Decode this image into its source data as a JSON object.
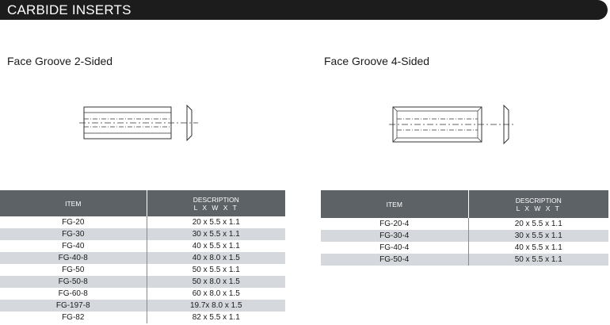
{
  "banner": {
    "title": "CARBIDE INSERTS"
  },
  "sections": [
    {
      "title": "Face Groove 2-Sided",
      "table": {
        "headers": {
          "item": "ITEM",
          "description": "DESCRIPTION",
          "description_sub": "L X W X T"
        },
        "rows": [
          {
            "item": "FG-20",
            "description": "20 x 5.5 x 1.1"
          },
          {
            "item": "FG-30",
            "description": "30 x 5.5 x 1.1"
          },
          {
            "item": "FG-40",
            "description": "40 x 5.5 x 1.1"
          },
          {
            "item": "FG-40-8",
            "description": "40 x 8.0 x 1.5"
          },
          {
            "item": "FG-50",
            "description": "50 x 5.5 x 1.1"
          },
          {
            "item": "FG-50-8",
            "description": "50 x 8.0 x 1.5"
          },
          {
            "item": "FG-60-8",
            "description": "60 x 8.0 x 1.5"
          },
          {
            "item": "FG-197-8",
            "description": "19.7x 8.0 x 1.5"
          },
          {
            "item": "FG-82",
            "description": "82 x 5.5 x 1.1"
          }
        ]
      }
    },
    {
      "title": "Face Groove 4-Sided",
      "table": {
        "headers": {
          "item": "ITEM",
          "description": "DESCRIPTION",
          "description_sub": "L X W X T"
        },
        "rows": [
          {
            "item": "FG-20-4",
            "description": "20 x 5.5 x 1.1"
          },
          {
            "item": "FG-30-4",
            "description": "30 x 5.5 x 1.1"
          },
          {
            "item": "FG-40-4",
            "description": "40 x 5.5 x 1.1"
          },
          {
            "item": "FG-50-4",
            "description": "50 x 5.5 x 1.1"
          }
        ]
      }
    }
  ],
  "colors": {
    "banner": "#1c1c1c",
    "table_header": "#5d6266",
    "row_shade": "#d5d9dd"
  }
}
